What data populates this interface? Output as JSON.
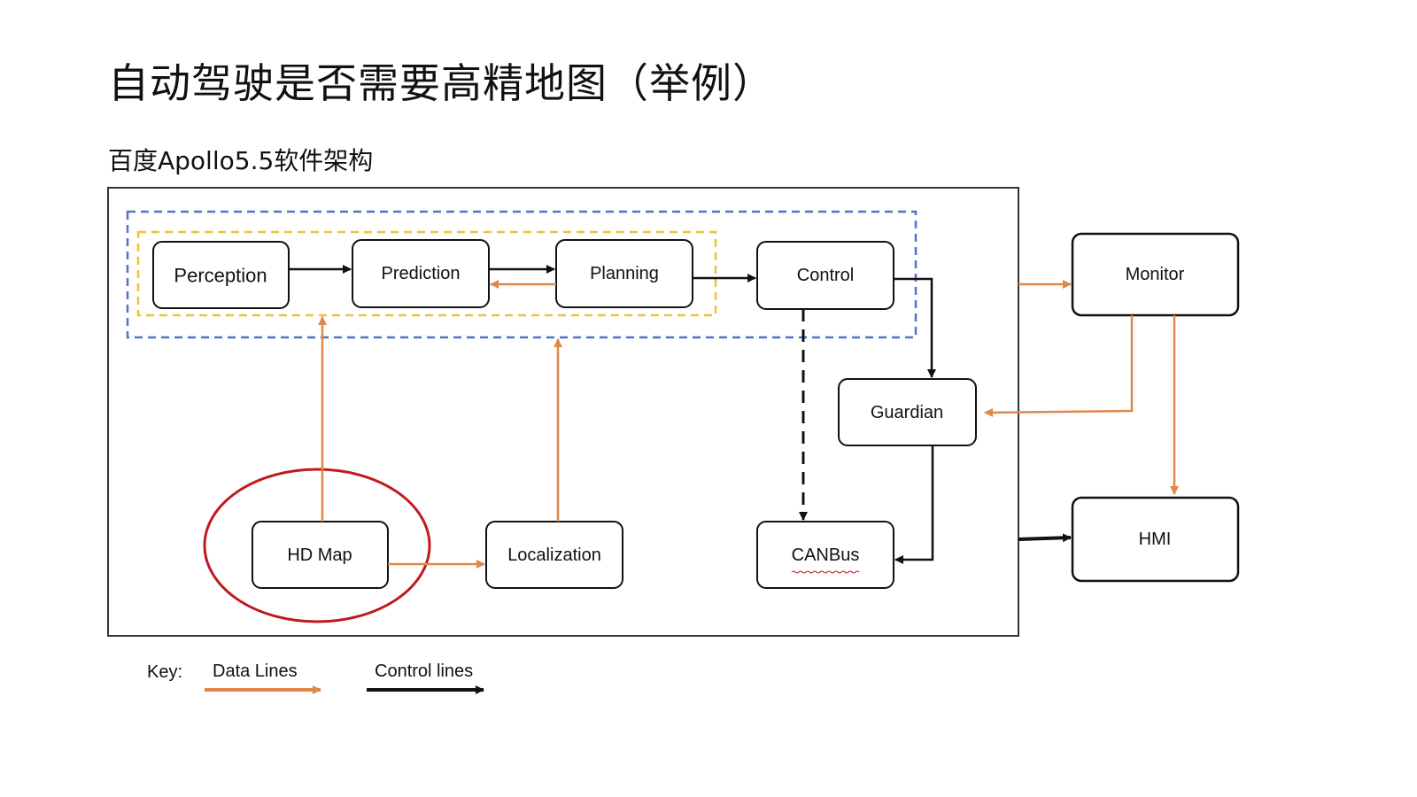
{
  "title": "自动驾驶是否需要高精地图（举例）",
  "subtitle": "百度Apollo5.5软件架构",
  "colors": {
    "data_line": "#e0874a",
    "control_line": "#111111",
    "outer_dashed_box": "#4f74c9",
    "inner_dashed_box": "#f2c13a",
    "highlight_circle": "#c0181f"
  },
  "modules": {
    "perception": "Perception",
    "prediction": "Prediction",
    "planning": "Planning",
    "control": "Control",
    "guardian": "Guardian",
    "canbus": "CANBus",
    "hd_map": "HD Map",
    "localization": "Localization",
    "monitor": "Monitor",
    "hmi": "HMI"
  },
  "key": {
    "label": "Key:",
    "data_lines": "Data Lines",
    "control_lines": "Control lines"
  }
}
